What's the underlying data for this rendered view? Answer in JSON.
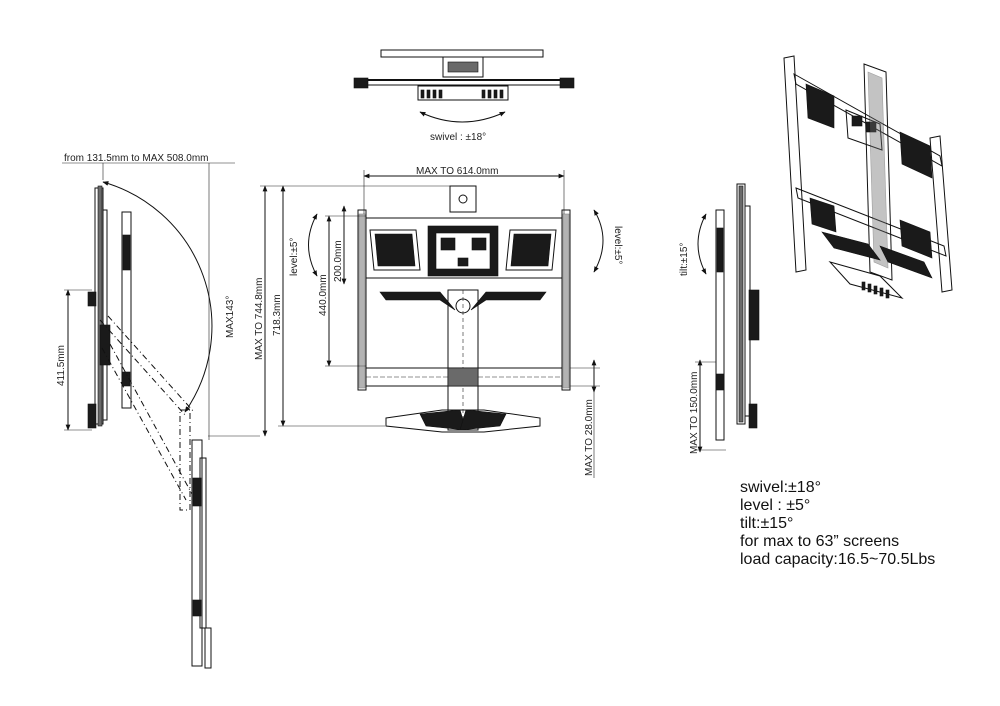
{
  "top_view": {
    "swivel_label": "swivel : ±18°"
  },
  "side_view_left": {
    "range_label": "from 131.5mm to MAX 508.0mm",
    "height_label": "411.5mm",
    "angle_label": "MAX143°"
  },
  "front_view": {
    "width_label": "MAX TO 614.0mm",
    "height_max_label": "MAX TO 744.8mm",
    "height_label": "718.3mm",
    "level_left_label": "level:±5°",
    "level_right_label": "level:±5°",
    "vesa_200_label": "200.0mm",
    "vesa_440_label": "440.0mm",
    "depth_label": "MAX TO 28.0mm"
  },
  "side_view_right": {
    "tilt_label": "tilt:±15°",
    "offset_label": "MAX TO 150.0mm"
  },
  "specs": [
    "swivel:±18°",
    "level : ±5°",
    "tilt:±15°",
    "for max to 63” screens",
    "load capacity:16.5~70.5Lbs"
  ]
}
